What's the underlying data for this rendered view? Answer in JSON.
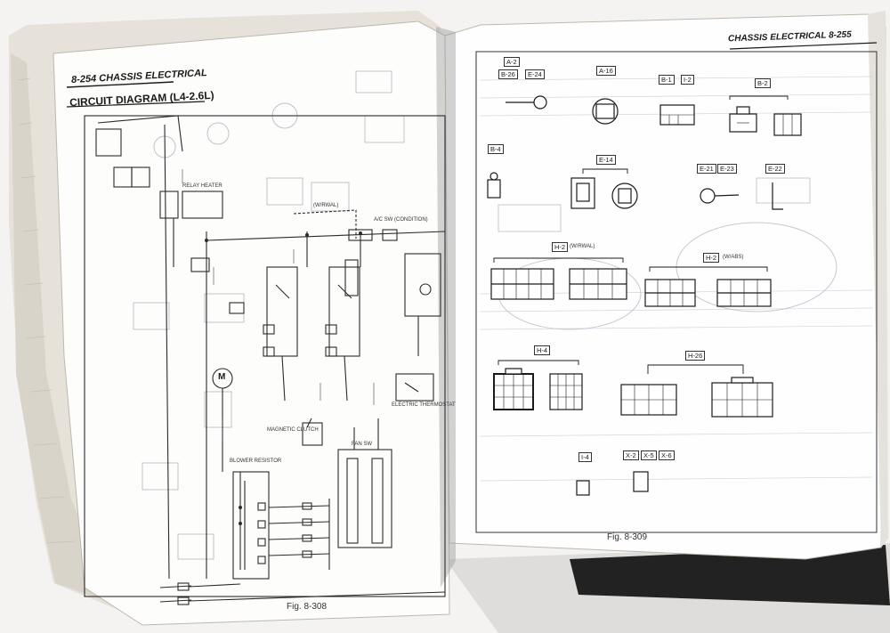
{
  "left_page": {
    "header": "8-254  CHASSIS ELECTRICAL",
    "title": "CIRCUIT DIAGRAM (L4-2.6L)",
    "figure": "Fig. 8-308",
    "labels": {
      "blower_resistor": "BLOWER RESISTOR",
      "fan_sw": "FAN SW",
      "magnetic_clutch": "MAGNETIC CLUTCH",
      "electric_thermostat": "ELECTRIC THERMOSTAT",
      "relay_heater": "RELAY HEATER",
      "ac_sw": "A/C SW (CONDITION)",
      "wrwal": "(W/RWAL)",
      "m": "M"
    }
  },
  "right_page": {
    "header": "CHASSIS ELECTRICAL  8-255",
    "figure": "Fig. 8-309",
    "connectors": {
      "a2": "A-2",
      "b26": "B-26",
      "e24": "E-24",
      "a16": "A-16",
      "b1": "B-1",
      "i2": "I-2",
      "b2": "B-2",
      "b4": "B-4",
      "e14": "E-14",
      "e21": "E-21",
      "e23": "E-23",
      "e22": "E-22",
      "h2_rwal": "H-2",
      "h2_rwal_note": "(W/RWAL)",
      "h2_wabs": "H-2",
      "h2_wabs_note": "(W/ABS)",
      "h4": "H-4",
      "h26": "H-26",
      "i4": "I-4",
      "x2": "X-2",
      "x5": "X-5",
      "x6": "X-6"
    }
  },
  "colors": {
    "background": "#f4f3f1",
    "paper": "#ffffff",
    "ink": "#1a1a1a",
    "ghost": "#b9bcc8",
    "binder": "#2a2a2a"
  }
}
